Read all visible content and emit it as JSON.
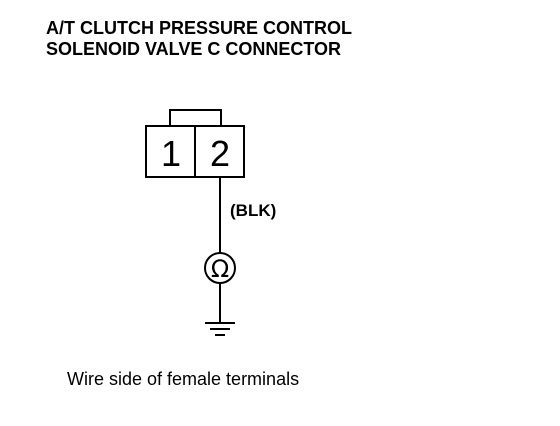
{
  "title": {
    "line1": "A/T CLUTCH PRESSURE CONTROL",
    "line2": "SOLENOID VALVE C CONNECTOR"
  },
  "connector": {
    "terminals": [
      "1",
      "2"
    ]
  },
  "wire": {
    "color_label": "(BLK)"
  },
  "meter": {
    "symbol": "Ω",
    "icon": "ohmmeter-icon"
  },
  "ground": {
    "icon": "ground-icon"
  },
  "caption": "Wire side of female terminals"
}
